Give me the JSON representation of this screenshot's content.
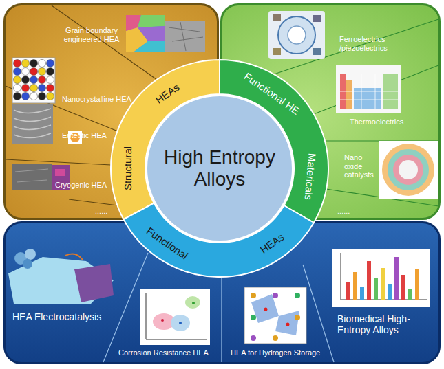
{
  "diagram": {
    "nodes": [
      {
        "text": [
          "Grain boundary engineered HEA",
          "Nanocrystalline HEA",
          "Eutectic HEA",
          "Cryogenic HEA",
          "......"
        ]
      },
      {
        "text": [
          "Ferroelectrics /piezoelectrics",
          "Thermoelectrics",
          "Nano oxide catalysts",
          "......"
        ]
      },
      {
        "text": [
          "HEA Electrocatalysis",
          "Corrosion Resistance HEA",
          "HEA for Hydrogen Storage",
          "Biomedical High-Entropy Alloys"
        ]
      },
      {
        "text": [
          "Structural",
          "HEAs"
        ]
      },
      {
        "text": [
          "Functional HE",
          "Matericals"
        ]
      },
      {
        "text": [
          "Functional",
          "HEAs"
        ]
      },
      {
        "text": [
          "High Entropy Alloys"
        ]
      }
    ]
  }
}
